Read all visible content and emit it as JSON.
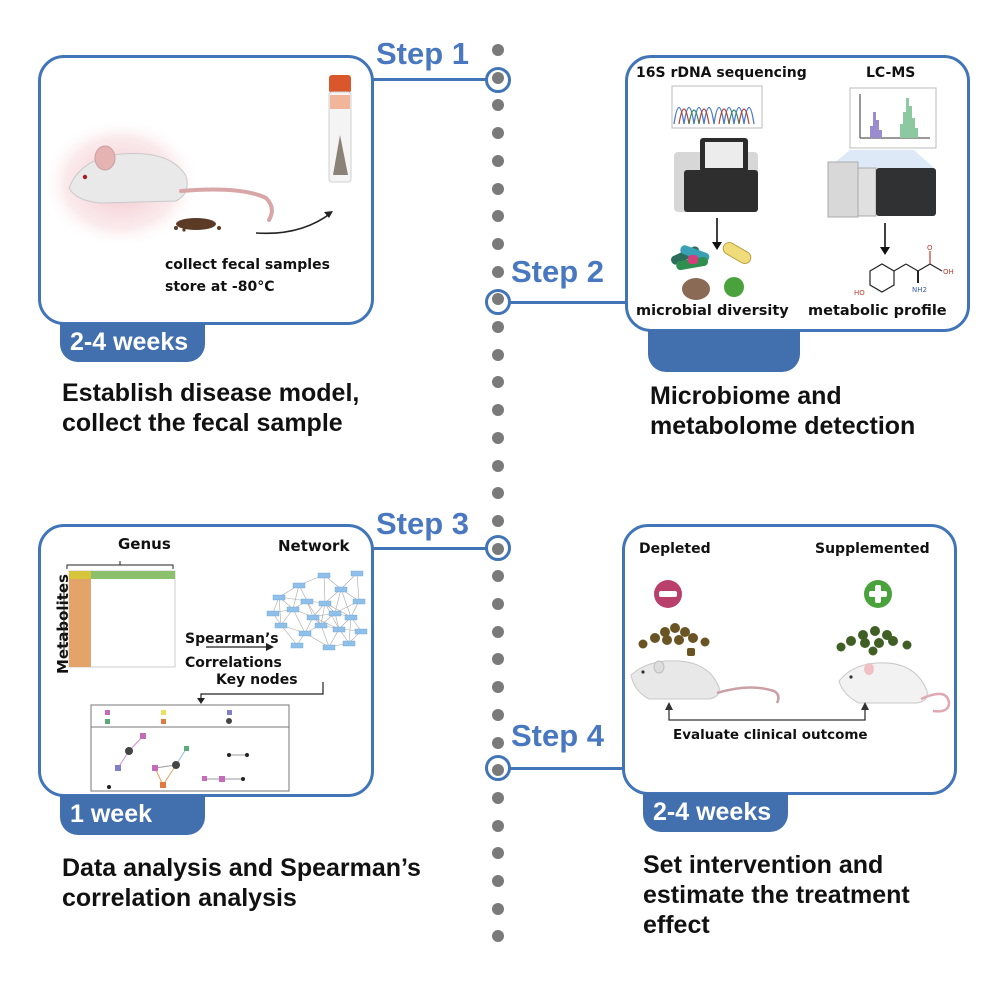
{
  "timeline": {
    "dot_color": "#7a7a7a",
    "accent_color": "#4175b8"
  },
  "steps": [
    {
      "label": "Step 1",
      "duration": "2-4 weeks",
      "title_lines": [
        "Establish disease model,",
        "collect the fecal sample"
      ],
      "panel": {
        "caption_lines": [
          "collect fecal samples",
          "store at -80°C"
        ]
      }
    },
    {
      "label": "Step 2",
      "duration": "",
      "title_lines": [
        "Microbiome and",
        "metabolome detection"
      ],
      "panel": {
        "left_heading": "16S rDNA sequencing",
        "right_heading": "LC-MS",
        "left_caption": "microbial  diversity",
        "right_caption": "metabolic profile",
        "molecule_labels": {
          "o": "O",
          "oh": "OH",
          "ho": "HO",
          "nh2": "NH2"
        }
      }
    },
    {
      "label": "Step 3",
      "duration": "1 week",
      "title_lines": [
        "Data analysis and Spearman’s",
        "correlation analysis"
      ],
      "panel": {
        "genus_label": "Genus",
        "metabolites_label": "Metabolites",
        "network_label": "Network",
        "arrow_label_lines": [
          "Spearman’s",
          "Correlations"
        ],
        "key_nodes_label": "Key nodes"
      }
    },
    {
      "label": "Step 4",
      "duration": "2-4 weeks",
      "title_lines": [
        "Set intervention and",
        "estimate the treatment",
        "effect"
      ],
      "panel": {
        "left_label": "Depleted",
        "right_label": "Supplemented",
        "outcome_label": "Evaluate clinical outcome",
        "minus_color": "#b8406a",
        "plus_color": "#4aa23c"
      }
    }
  ]
}
